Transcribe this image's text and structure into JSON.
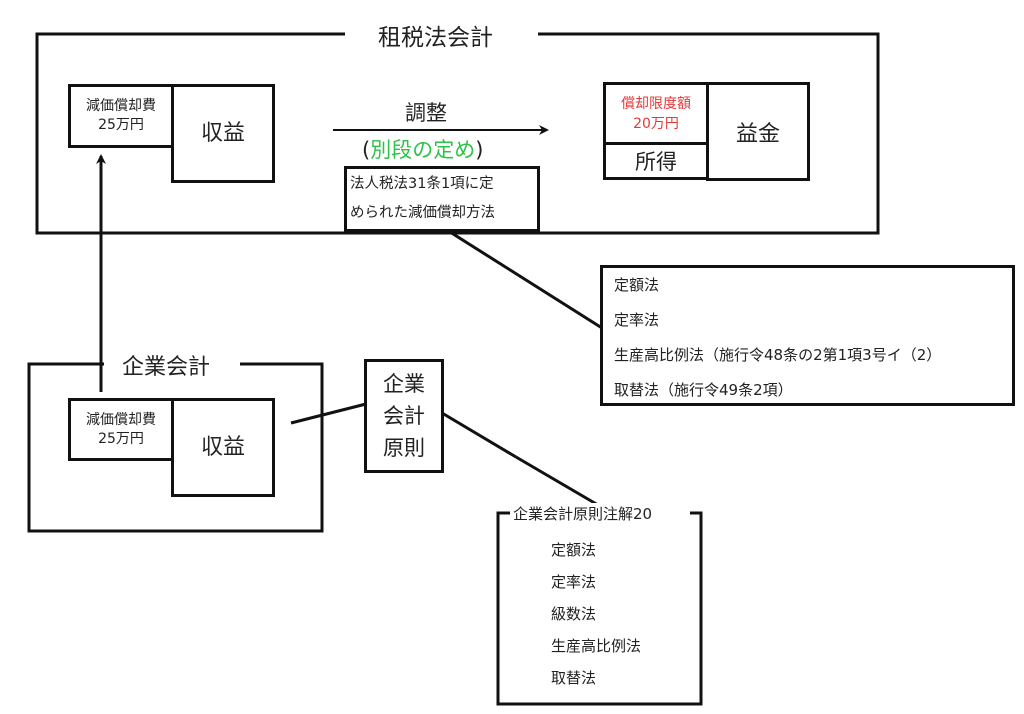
{
  "tax_accounting": {
    "title": "租税法会計",
    "depreciation_box": {
      "line1": "減価償却費",
      "line2": "25万円"
    },
    "revenue_label": "収益",
    "adjustment": {
      "label": "調整",
      "paren_open": "(",
      "note": "別段の定め",
      "paren_close": ")",
      "note_color": "#2ec24a"
    },
    "statute_box": {
      "line1": "法人税法31条1項に定",
      "line2": "められた減価償却方法"
    },
    "limit_box": {
      "line1": "償却限度額",
      "line2": "20万円",
      "color": "#e53838"
    },
    "income_label": "所得",
    "gross_revenue_label": "益金"
  },
  "tax_methods": {
    "items": [
      "定額法",
      "定率法",
      "生産高比例法（施行令48条の2第1項3号イ（2）",
      "取替法（施行令49条2項）"
    ]
  },
  "corporate_accounting": {
    "title": "企業会計",
    "depreciation_box": {
      "line1": "減価償却費",
      "line2": "25万円"
    },
    "revenue_label": "収益"
  },
  "principles_box": {
    "line1": "企業",
    "line2": "会計",
    "line3": "原則"
  },
  "principles_note": {
    "title": "企業会計原則注解20",
    "items": [
      "定額法",
      "定率法",
      "級数法",
      "生産高比例法",
      "取替法"
    ]
  }
}
